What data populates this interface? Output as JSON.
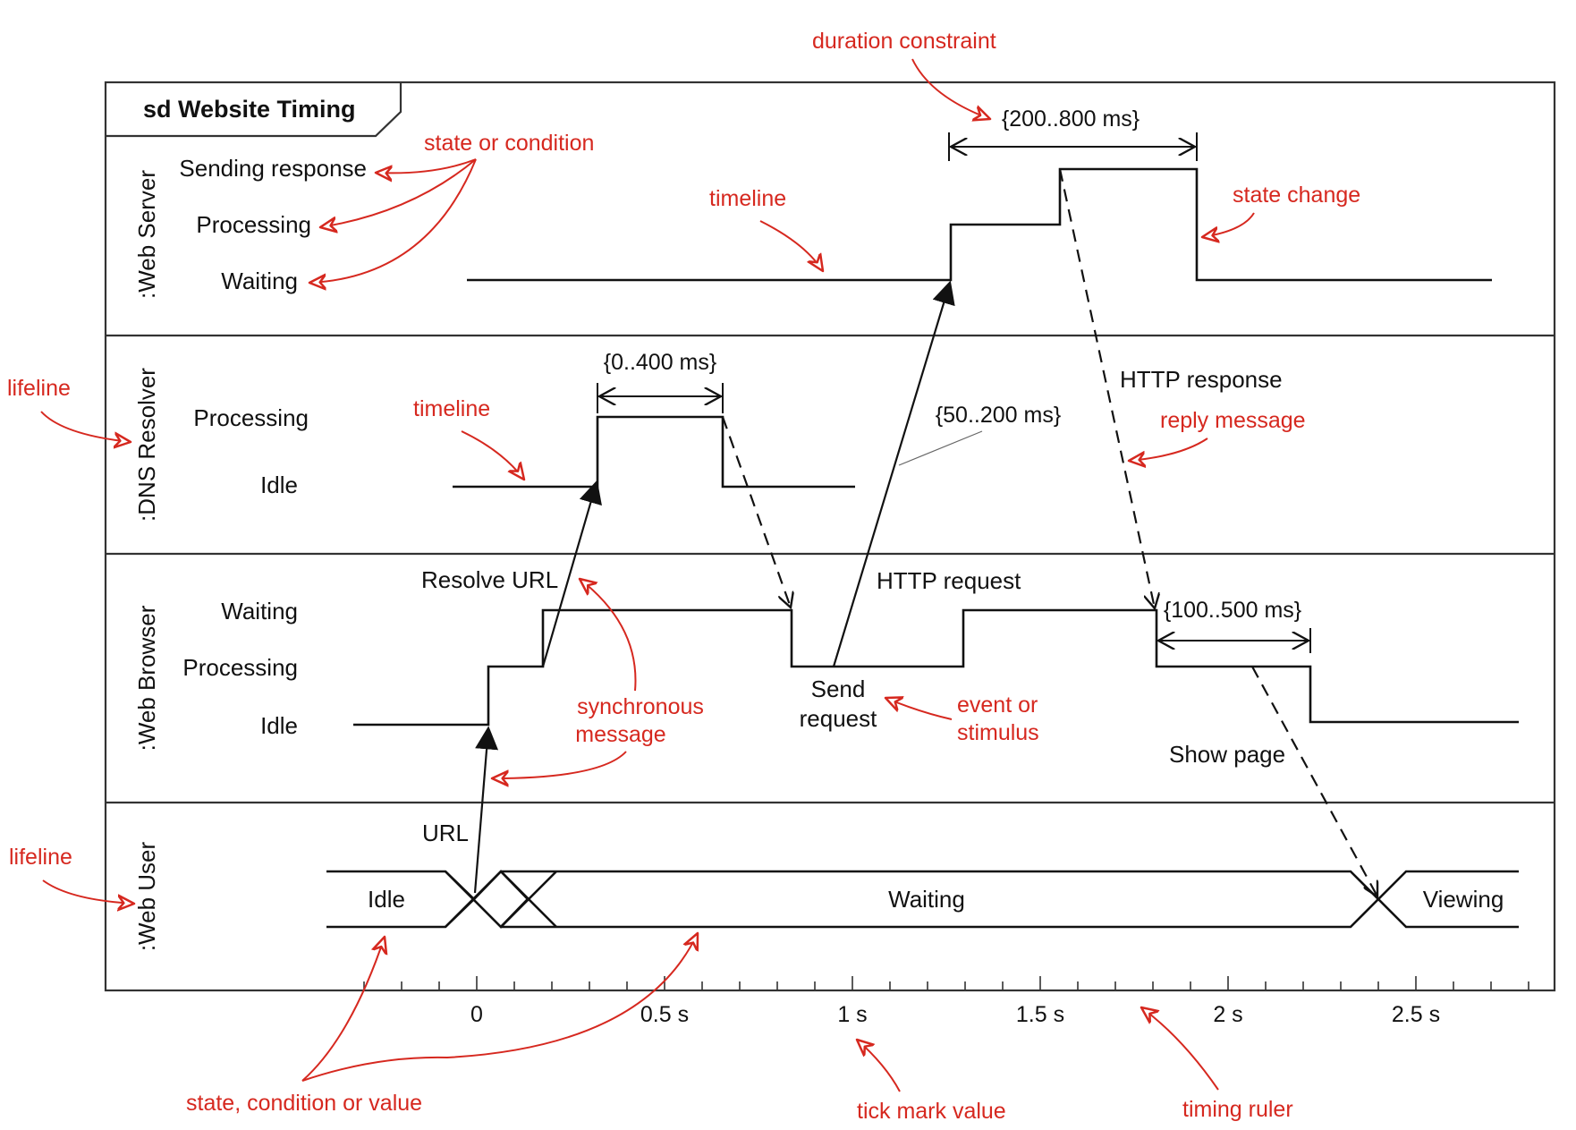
{
  "frame_title": "sd Website Timing",
  "lifelines": [
    {
      "name": ":Web Server",
      "states": [
        "Sending response",
        "Processing",
        "Waiting"
      ]
    },
    {
      "name": ":DNS Resolver",
      "states": [
        "Processing",
        "Idle"
      ]
    },
    {
      "name": ":Web Browser",
      "states": [
        "Waiting",
        "Processing",
        "Idle"
      ]
    },
    {
      "name": ":Web User",
      "states": [
        "Idle",
        "Waiting",
        "Viewing"
      ]
    }
  ],
  "messages": {
    "url": "URL",
    "resolve_url": "Resolve URL",
    "http_request": "HTTP request",
    "http_response": "HTTP response",
    "show_page": "Show page",
    "send_request_line1": "Send",
    "send_request_line2": "request"
  },
  "constraints": {
    "dns": "{0..400 ms}",
    "server": "{200..800 ms}",
    "request": "{50..200 ms}",
    "browser": "{100..500 ms}"
  },
  "ruler": {
    "tick_labels": [
      "0",
      "0.5 s",
      "1 s",
      "1.5 s",
      "2 s",
      "2.5 s"
    ]
  },
  "annotations": {
    "duration_constraint": "duration constraint",
    "state_or_condition": "state or condition",
    "timeline_server": "timeline",
    "state_change": "state change",
    "lifeline_1": "lifeline",
    "timeline_dns": "timeline",
    "reply_message": "reply message",
    "synchronous_message_line1": "synchronous",
    "synchronous_message_line2": "message",
    "event_line1": "event or",
    "event_line2": "stimulus",
    "lifeline_2": "lifeline",
    "state_condition_value": "state, condition or value",
    "tick_mark_value": "tick mark value",
    "timing_ruler": "timing ruler"
  },
  "colors": {
    "annotation": "#d6281f",
    "diagram_line": "#111111"
  }
}
